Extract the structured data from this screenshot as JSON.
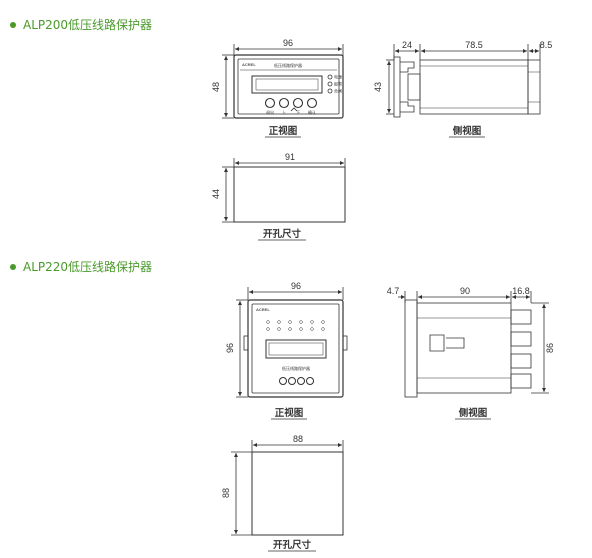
{
  "sections": [
    {
      "title": "ALP200低压线路保护器",
      "front": {
        "width": "96",
        "height": "48",
        "panel_title": "低压线路保护器",
        "brand": "ACREL",
        "leds": [
          "电源",
          "报警",
          "合闸"
        ],
        "keys": [
          "退出",
          "上",
          "下",
          "确认"
        ],
        "caption": "正视图"
      },
      "side": {
        "d1": "24",
        "d2": "78.5",
        "d3": "8.5",
        "height": "43",
        "caption": "侧视图"
      },
      "cutout": {
        "width": "91",
        "height": "44",
        "caption": "开孔尺寸"
      }
    },
    {
      "title": "ALP220低压线路保护器",
      "front": {
        "width": "96",
        "height": "96",
        "panel_title": "低压线路保护器",
        "brand": "ACREL",
        "caption": "正视图"
      },
      "side": {
        "d1": "4.7",
        "d2": "90",
        "d3": "16.8",
        "height": "86",
        "caption": "侧视图"
      },
      "cutout": {
        "width": "88",
        "height": "88",
        "caption": "开孔尺寸"
      }
    }
  ]
}
